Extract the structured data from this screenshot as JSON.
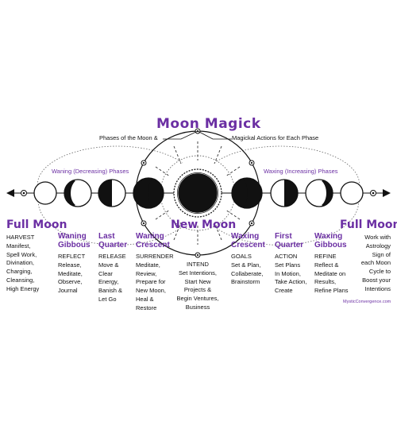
{
  "title": "Moon Magick",
  "subtitle_left": "Phases of the Moon &",
  "subtitle_right": "Magickal Actions for Each Phase",
  "waning_label": "Waning (Decreasing) Phases",
  "waxing_label": "Waxing (Increasing) Phases",
  "new_moon_label": "New Moon",
  "website": "MysticConvergence.com",
  "colors": {
    "accent": "#6b2fa3",
    "ink": "#111111"
  },
  "phases": [
    {
      "id": "full-left",
      "heading": [
        "Full Moon"
      ],
      "keyword": "HARVEST",
      "lines": [
        "Manifest,",
        "Spell Work,",
        "Divination,",
        "Charging,",
        "Cleansing,",
        "High Energy"
      ]
    },
    {
      "id": "waning-gibbous",
      "heading": [
        "Waning",
        "Gibbous"
      ],
      "keyword": "REFLECT",
      "lines": [
        "Release,",
        "Meditate,",
        "Observe,",
        "Journal"
      ]
    },
    {
      "id": "last-quarter",
      "heading": [
        "Last",
        "Quarter"
      ],
      "keyword": "RELEASE",
      "lines": [
        "Move &",
        "Clear",
        "Energy,",
        "Banish &",
        "Let Go"
      ]
    },
    {
      "id": "waning-crescent",
      "heading": [
        "Waning",
        "Crescent"
      ],
      "keyword": "SURRENDER",
      "lines": [
        "Meditate,",
        "Review,",
        "Prepare for",
        "New Moon,",
        "Heal &",
        "Restore"
      ]
    },
    {
      "id": "new-moon",
      "heading": [],
      "keyword": "INTEND",
      "lines": [
        "Set Intentions,",
        "Start New",
        "Projects &",
        "Begin Ventures,",
        "Business"
      ]
    },
    {
      "id": "waxing-crescent",
      "heading": [
        "Waxing",
        "Crescent"
      ],
      "keyword": "GOALS",
      "lines": [
        "Set & Plan,",
        "Collaberate,",
        "Brainstorm"
      ]
    },
    {
      "id": "first-quarter",
      "heading": [
        "First",
        "Quarter"
      ],
      "keyword": "ACTION",
      "lines": [
        "Set Plans",
        "In Motion,",
        "Take Action,",
        "Create"
      ]
    },
    {
      "id": "waxing-gibbous",
      "heading": [
        "Waxing",
        "Gibbous"
      ],
      "keyword": "REFINE",
      "lines": [
        "Reflect &",
        "Meditate on",
        "Results,",
        "Refine Plans"
      ]
    },
    {
      "id": "full-right",
      "heading": [
        "Full Moon"
      ],
      "keyword": "",
      "lines": [
        "Work with",
        "Astrology",
        "Sign of",
        "each Moon",
        "Cycle to",
        "Boost your",
        "Intentions"
      ]
    }
  ]
}
